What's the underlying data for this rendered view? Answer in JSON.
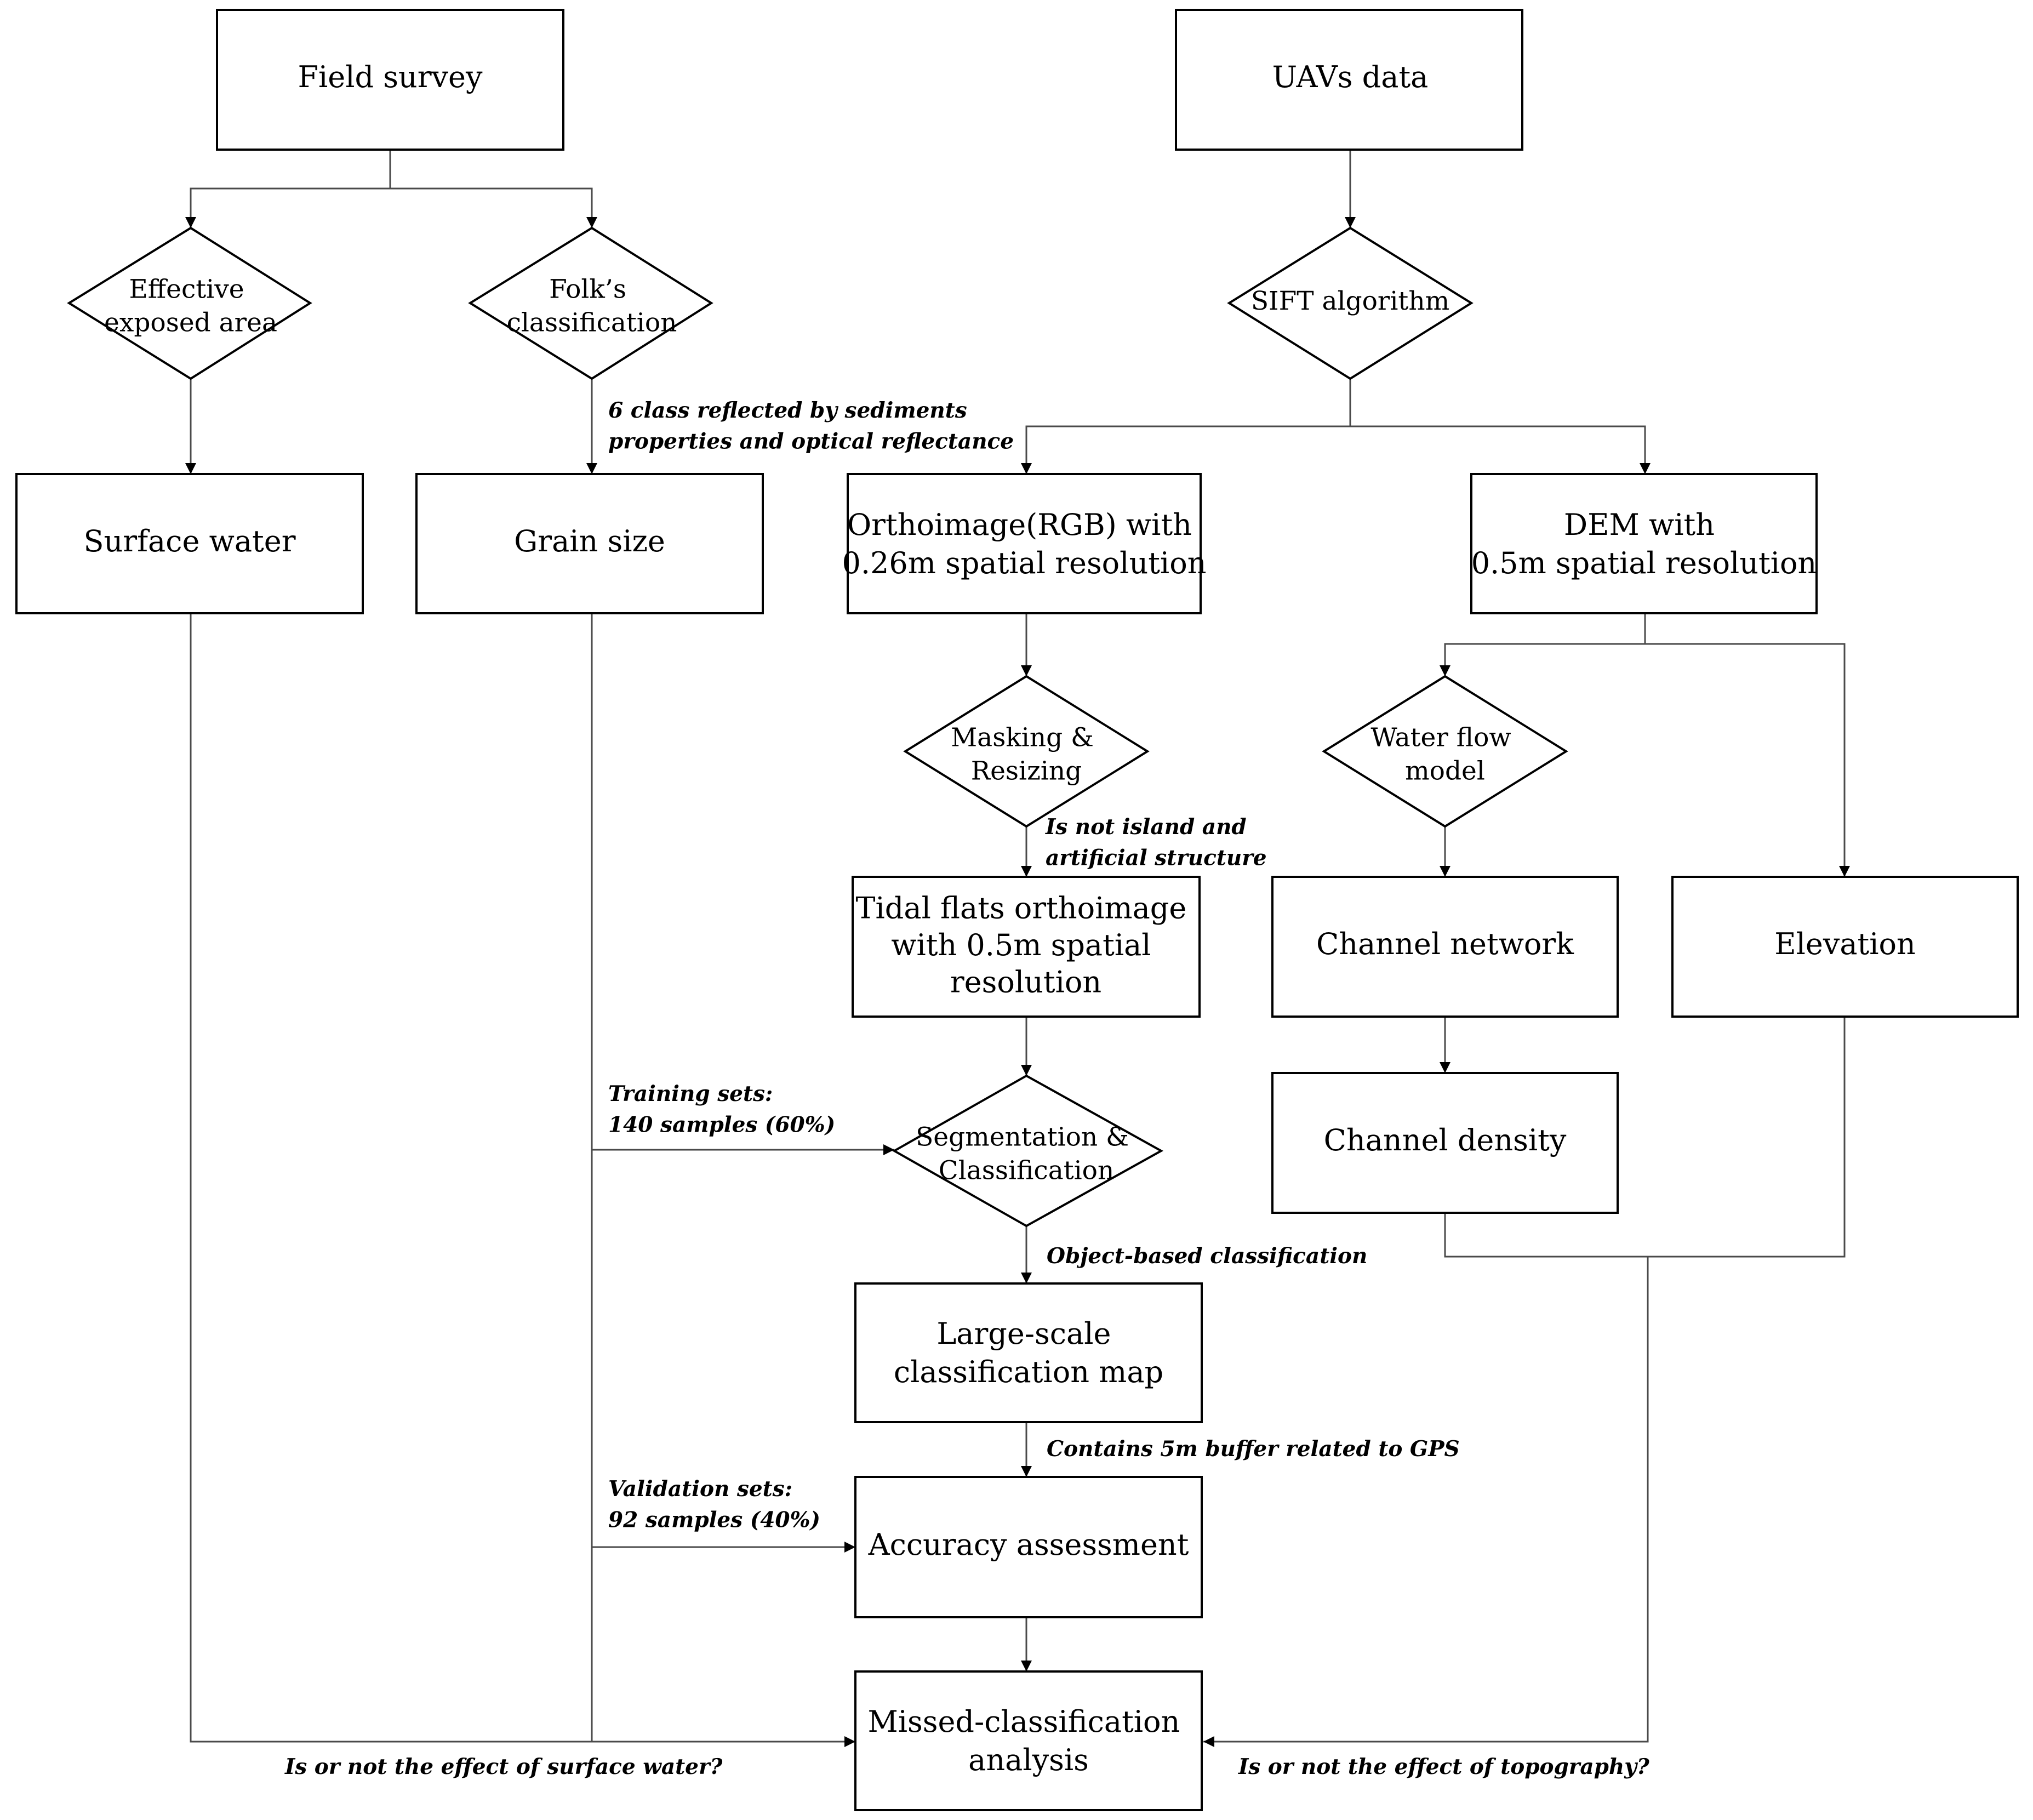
{
  "nodes": {
    "field_survey": "Field survey",
    "uavs_data": "UAVs data",
    "effective_exposed_area": [
      "Effective",
      "exposed area"
    ],
    "folks_classification": [
      "Folk’s",
      "classification"
    ],
    "sift_algorithm": "SIFT algorithm",
    "surface_water": "Surface water",
    "grain_size": "Grain size",
    "orthoimage": [
      "Orthoimage(RGB)  with",
      "0.26m spatial  resolution"
    ],
    "dem": [
      "DEM with",
      "0.5m spatial resolution"
    ],
    "masking_resizing": [
      "Masking &",
      "Resizing"
    ],
    "water_flow_model": [
      "Water flow",
      "model"
    ],
    "tidal_flats_orthoimage": [
      "Tidal flats orthoimage",
      "with 0.5m spatial",
      "resolution"
    ],
    "channel_network": "Channel  network",
    "elevation": "Elevation",
    "channel_density": "Channel  density",
    "segmentation_classification": [
      "Segmentation &",
      "Classification"
    ],
    "large_scale_map": [
      "Large-scale",
      "classification map"
    ],
    "accuracy_assessment": "Accuracy assessment",
    "missed_classification": [
      "Missed-classification",
      "analysis"
    ]
  },
  "labels": {
    "six_class": [
      "6 class reflected by sediments",
      "properties and optical reflectance"
    ],
    "not_island": [
      "Is not island  and",
      "artificial  structure"
    ],
    "training_sets": [
      "Training  sets:",
      "140 samples (60%)"
    ],
    "object_based": "Object-based classification",
    "gps_buffer": "Contains 5m buffer related to GPS",
    "validation_sets": [
      "Validation  sets:",
      "92 samples (40%)"
    ],
    "surface_water_effect": "Is or not the effect of surface water?",
    "topography_effect": "Is or not the effect of topography?"
  }
}
